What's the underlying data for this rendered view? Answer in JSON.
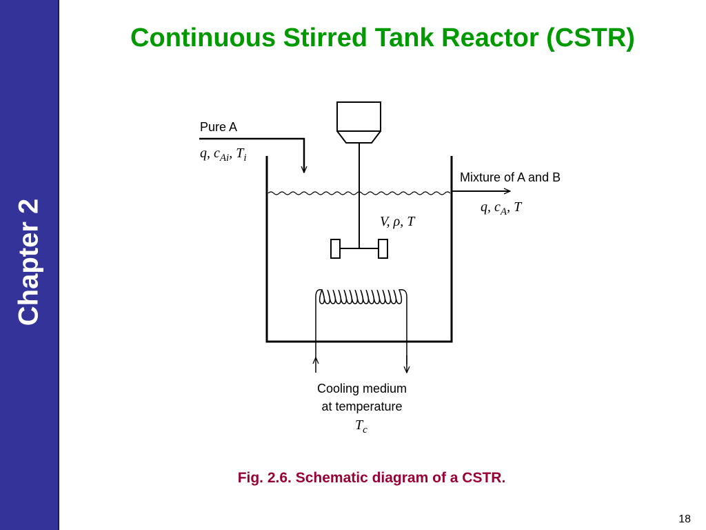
{
  "slide": {
    "title": "Continuous Stirred Tank Reactor (CSTR)",
    "chapter_label": "Chapter 2",
    "caption": "Fig. 2.6. Schematic diagram of a CSTR.",
    "page_number": "18",
    "colors": {
      "sidebar": "#333399",
      "title": "#009900",
      "caption": "#990033"
    }
  },
  "diagram": {
    "inlet": {
      "label": "Pure A",
      "vars": [
        {
          "main": "q",
          "sub": "",
          "sep": ", "
        },
        {
          "main": "c",
          "sub": "Ai",
          "sep": ", "
        },
        {
          "main": "T",
          "sub": "i",
          "sep": ""
        }
      ]
    },
    "outlet": {
      "label": "Mixture of A and B",
      "vars": [
        {
          "main": "q",
          "sub": "",
          "sep": ", "
        },
        {
          "main": "c",
          "sub": "A",
          "sep": ", "
        },
        {
          "main": "T",
          "sub": "",
          "sep": ""
        }
      ]
    },
    "tank": {
      "vars": [
        {
          "main": "V",
          "sub": "",
          "sep": ", "
        },
        {
          "main": "ρ",
          "sub": "",
          "sep": ", "
        },
        {
          "main": "T",
          "sub": "",
          "sep": ""
        }
      ]
    },
    "cooling": {
      "line1": "Cooling medium",
      "line2": "at temperature",
      "var": {
        "main": "T",
        "sub": "c"
      }
    }
  }
}
